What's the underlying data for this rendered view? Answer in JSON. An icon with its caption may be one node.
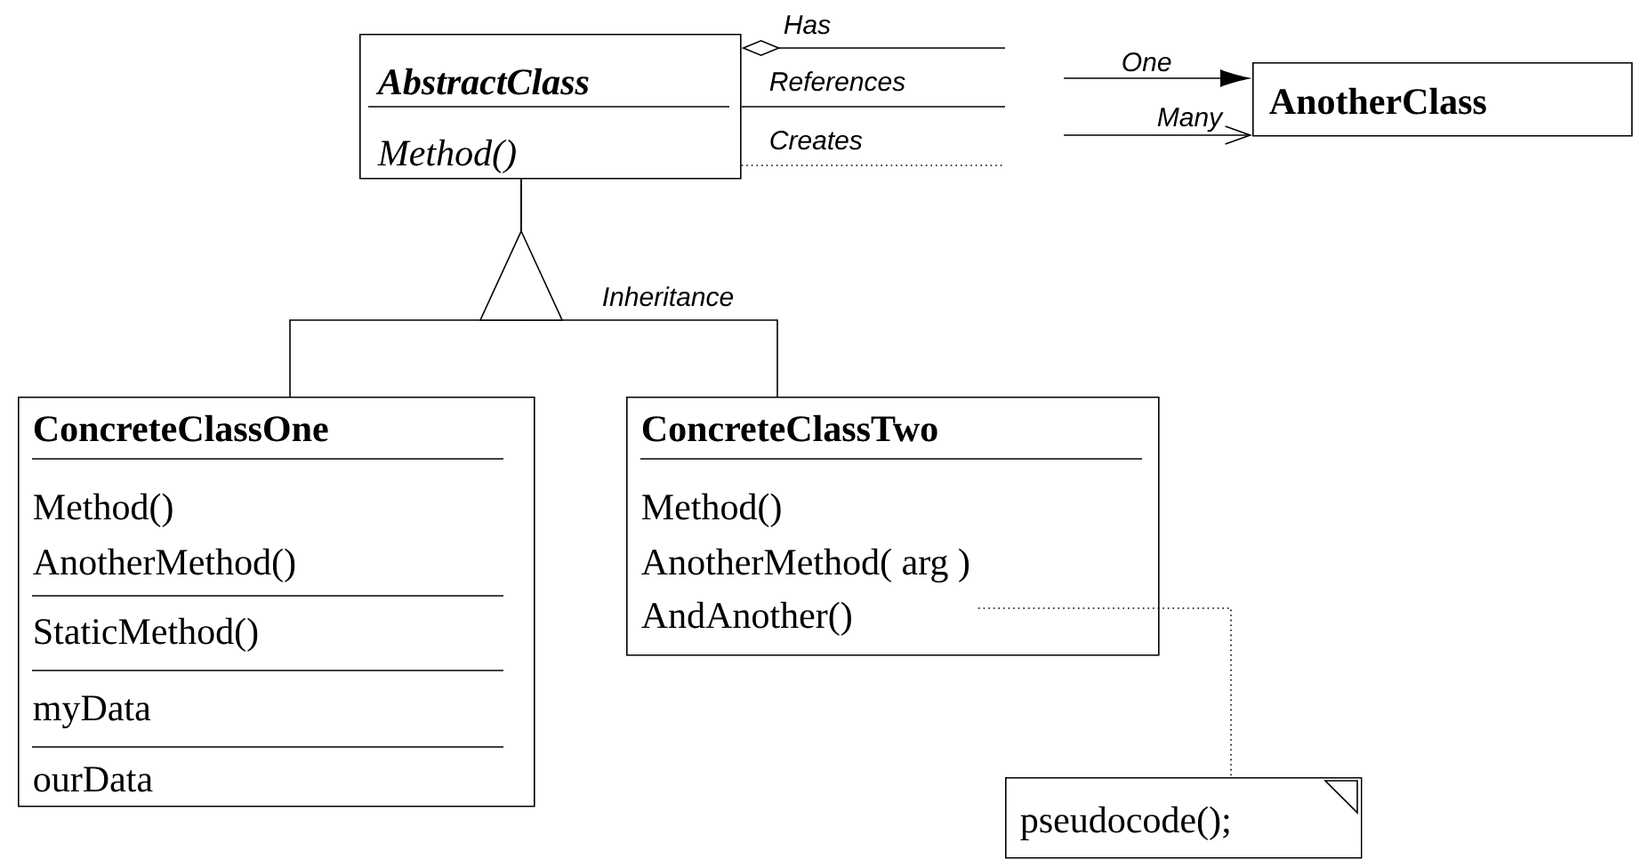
{
  "diagram": {
    "nodes": [
      {
        "text": [
          "AbstractClass",
          "Method()"
        ]
      },
      {
        "text": [
          "AnotherClass"
        ]
      },
      {
        "text": [
          "ConcreteClassOne",
          "Method()",
          "AnotherMethod()",
          "StaticMethod()",
          "myData",
          "ourData"
        ]
      },
      {
        "text": [
          "ConcreteClassTwo",
          "Method()",
          "AnotherMethod( arg )",
          "AndAnother()"
        ]
      },
      {
        "text": [
          "pseudocode();"
        ]
      }
    ],
    "edges": [
      {
        "from": 0,
        "to": null,
        "arrow": "other",
        "label": "Has"
      },
      {
        "from": 0,
        "to": null,
        "arrow": "none",
        "label": "References"
      },
      {
        "from": 0,
        "to": null,
        "arrow": "none",
        "label": "Creates",
        "style": "dashed"
      },
      {
        "from": null,
        "to": 1,
        "arrow": "to",
        "label": "One"
      },
      {
        "from": null,
        "to": 1,
        "arrow": "to",
        "label": "Many"
      },
      {
        "from": 2,
        "to": 0,
        "arrow": "to"
      },
      {
        "from": 3,
        "to": 0,
        "arrow": "to",
        "label": "Inheritance"
      },
      {
        "from": 3,
        "to": 4,
        "arrow": "none",
        "style": "dashed"
      }
    ]
  }
}
